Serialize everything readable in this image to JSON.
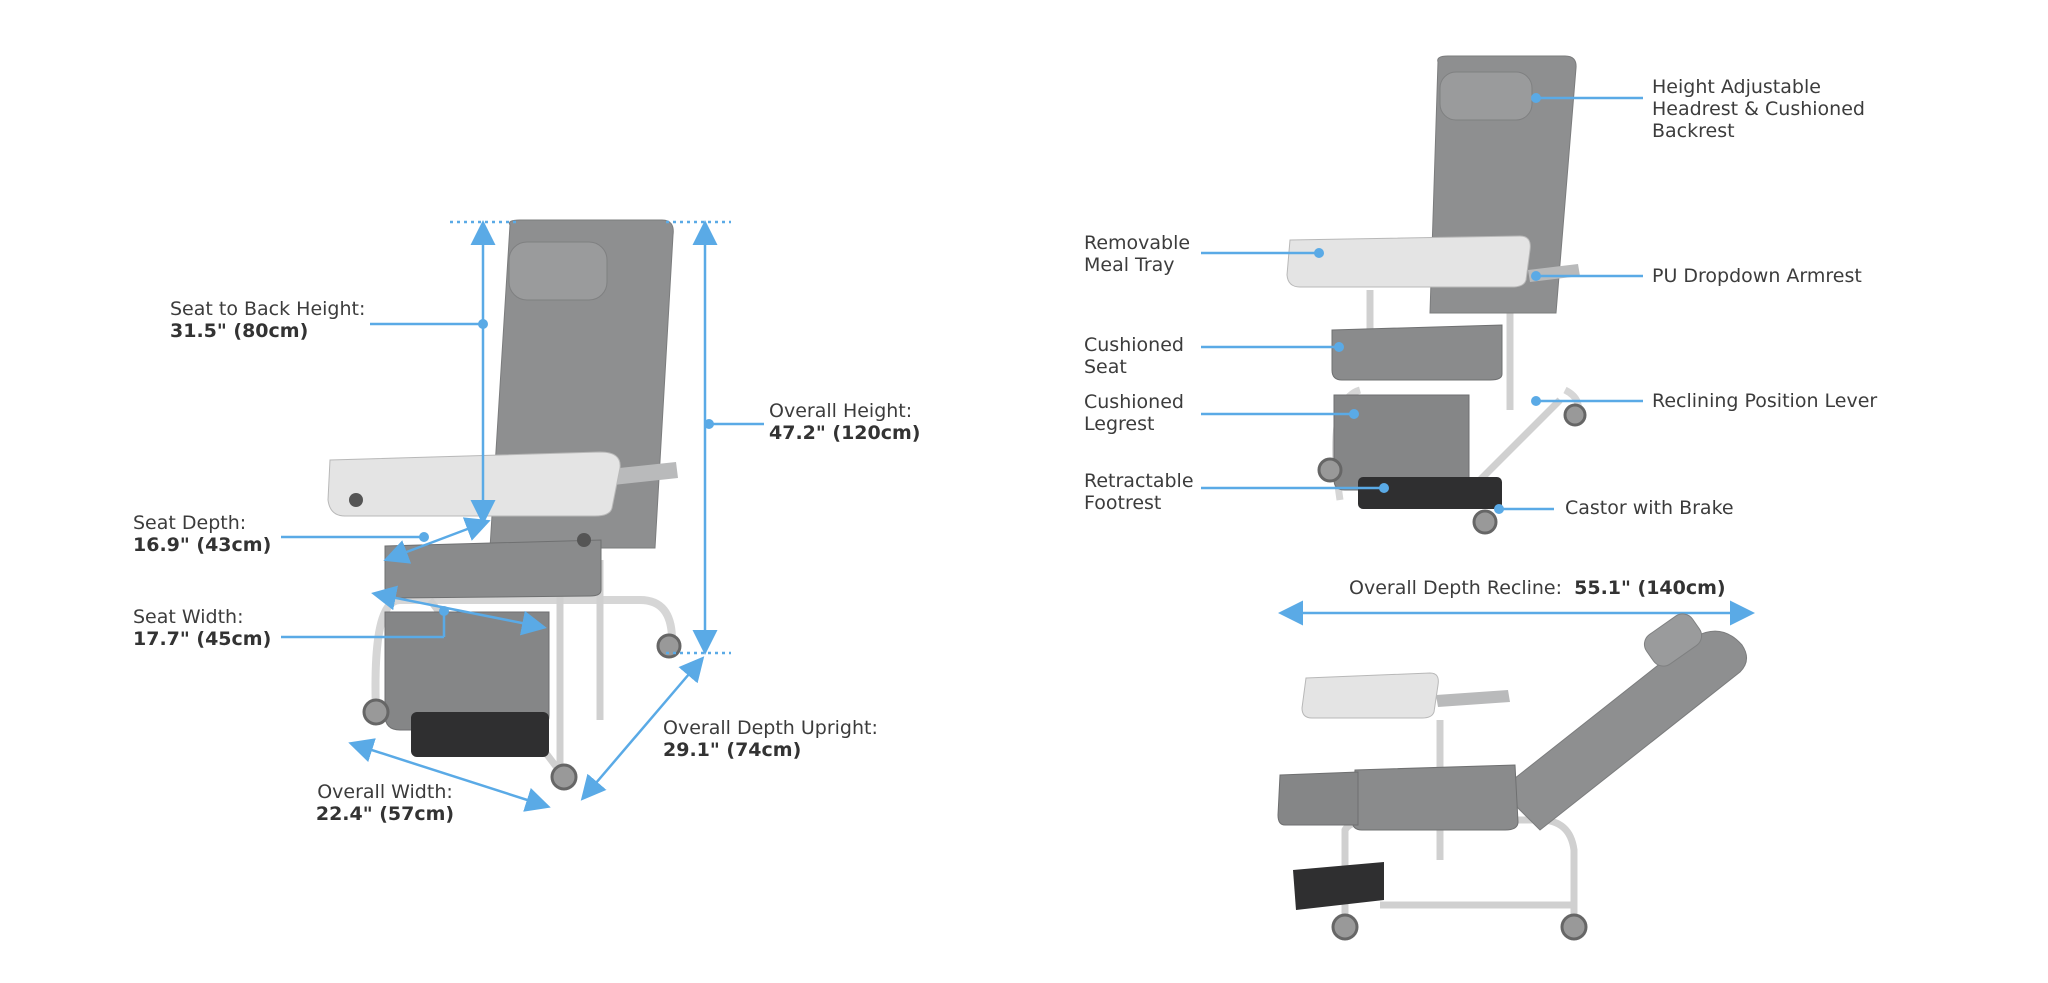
{
  "accent_color": "#5aaae6",
  "upholstery_color": "#8e8f90",
  "dimensions": {
    "seat_to_back": {
      "label": "Seat to Back Height:",
      "value": "31.5\" (80cm)"
    },
    "seat_depth": {
      "label": "Seat Depth:",
      "value": "16.9\" (43cm)"
    },
    "seat_width": {
      "label": "Seat Width:",
      "value": "17.7\" (45cm)"
    },
    "overall_width": {
      "label": "Overall Width:",
      "value": "22.4\" (57cm)"
    },
    "overall_depth_upright": {
      "label": "Overall Depth Upright:",
      "value": "29.1\" (74cm)"
    },
    "overall_height": {
      "label": "Overall Height:",
      "value": "47.2\" (120cm)"
    },
    "overall_depth_recline": {
      "label": "Overall Depth Recline:",
      "value": "55.1\" (140cm)"
    }
  },
  "features": {
    "meal_tray": [
      "Removable",
      "Meal Tray"
    ],
    "seat": [
      "Cushioned",
      "Seat"
    ],
    "legrest": [
      "Cushioned",
      "Legrest"
    ],
    "footrest": [
      "Retractable",
      "Footrest"
    ],
    "headrest": [
      "Height Adjustable",
      "Headrest & Cushioned",
      "Backrest"
    ],
    "armrest": [
      "PU Dropdown Armrest"
    ],
    "lever": [
      "Reclining Position Lever"
    ],
    "castor": [
      "Castor with Brake"
    ]
  }
}
